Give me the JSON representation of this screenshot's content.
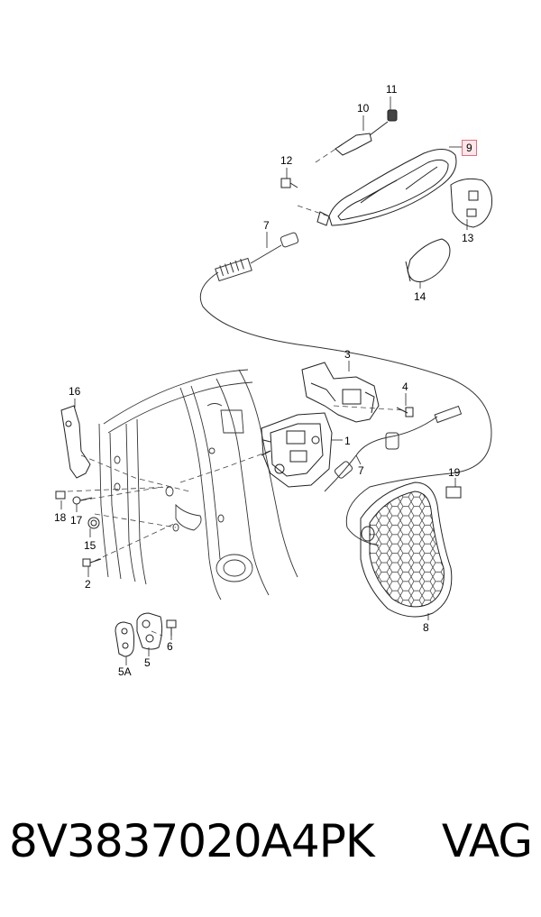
{
  "callouts": {
    "c1": "1",
    "c2": "2",
    "c3": "3",
    "c4": "4",
    "c5": "5",
    "c5a": "5A",
    "c6": "6",
    "c7a": "7",
    "c7b": "7",
    "c8": "8",
    "c9": "9",
    "c10": "10",
    "c11": "11",
    "c12": "12",
    "c13": "13",
    "c14": "14",
    "c15": "15",
    "c16": "16",
    "c17": "17",
    "c18": "18",
    "c19": "19"
  },
  "highlight_color": "#e36c7c",
  "footer": {
    "part_number": "8V3837020A4PK",
    "brand": "VAG"
  }
}
